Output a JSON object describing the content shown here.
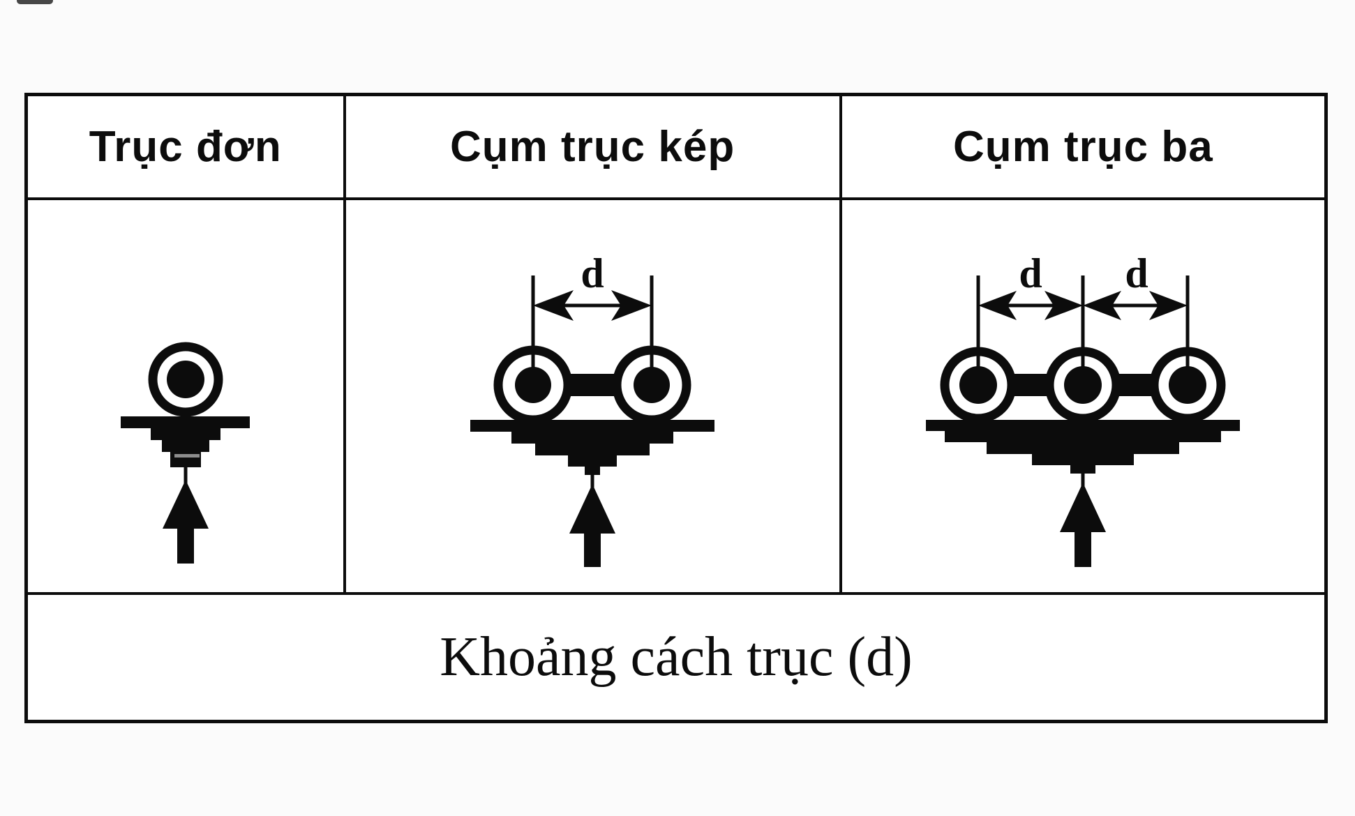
{
  "page": {
    "background": "#fbfbfb",
    "ink": "#0c0c0c"
  },
  "table": {
    "headers": [
      "Trục đơn",
      "Cụm trục kép",
      "Cụm trục ba"
    ],
    "caption": "Khoảng cách trục (d)",
    "dimension_label": "d"
  },
  "diagrams": [
    {
      "id": "single-axle",
      "label": "Trục đơn",
      "wheels": 1,
      "dimension_labels": []
    },
    {
      "id": "tandem-axle-group",
      "label": "Cụm trục kép",
      "wheels": 2,
      "dimension_labels": [
        "d"
      ]
    },
    {
      "id": "tridem-axle-group",
      "label": "Cụm trục ba",
      "wheels": 3,
      "dimension_labels": [
        "d",
        "d"
      ]
    }
  ]
}
